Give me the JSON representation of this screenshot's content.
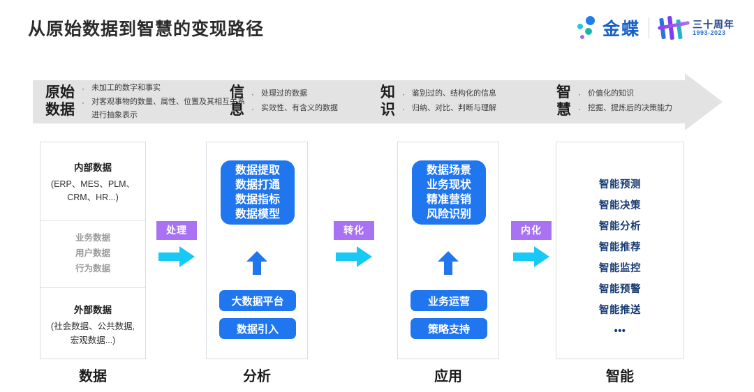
{
  "header": {
    "title": "从原始数据到智慧的变现路径",
    "brand_name": "金蝶",
    "anniversary_main": "三十周年",
    "anniversary_years": "1993-2023",
    "colors": {
      "brand_blue": "#1660c8",
      "accent_purple": "#a972f3",
      "accent_cyan": "#19c9f5",
      "card_blue": "#1f76ef",
      "navy": "#163a72",
      "band_gray": "#e3e3e3"
    }
  },
  "band": {
    "segments": [
      {
        "title": "原始\n数据",
        "bullets": [
          "未加工的数字和事实",
          "对客观事物的数量、属性、位置及其相互关系进行抽象表示"
        ]
      },
      {
        "title": "信\n息",
        "bullets": [
          "处理过的数据",
          "实效性、有含义的数据"
        ]
      },
      {
        "title": "知\n识",
        "bullets": [
          "鉴别过的、结构化的信息",
          "归纳、对比、判断与理解"
        ]
      },
      {
        "title": "智\n慧",
        "bullets": [
          "价值化的知识",
          "挖掘、提炼后的决策能力"
        ]
      }
    ]
  },
  "columns": [
    {
      "label": "数据",
      "internal_head": "内部数据",
      "internal_sub": "(ERP、MES、PLM、\nCRM、HR...)",
      "middle": [
        "业务数据",
        "用户数据",
        "行为数据"
      ],
      "external_head": "外部数据",
      "external_sub": "(社会数据、公共数据,\n宏观数据...)"
    },
    {
      "label": "分析",
      "card": "数据提取\n数据打通\n数据指标\n数据模型",
      "pills": [
        "大数据平台",
        "数据引入"
      ]
    },
    {
      "label": "应用",
      "card": "数据场景\n业务现状\n精准营销\n风险识别",
      "pills": [
        "业务运营",
        "策略支持"
      ]
    },
    {
      "label": "智能",
      "items": [
        "智能预测",
        "智能决策",
        "智能分析",
        "智能推荐",
        "智能监控",
        "智能预警",
        "智能推送"
      ],
      "ellipsis": "•••"
    }
  ],
  "connectors": [
    {
      "label": "处理"
    },
    {
      "label": "转化"
    },
    {
      "label": "内化"
    }
  ]
}
